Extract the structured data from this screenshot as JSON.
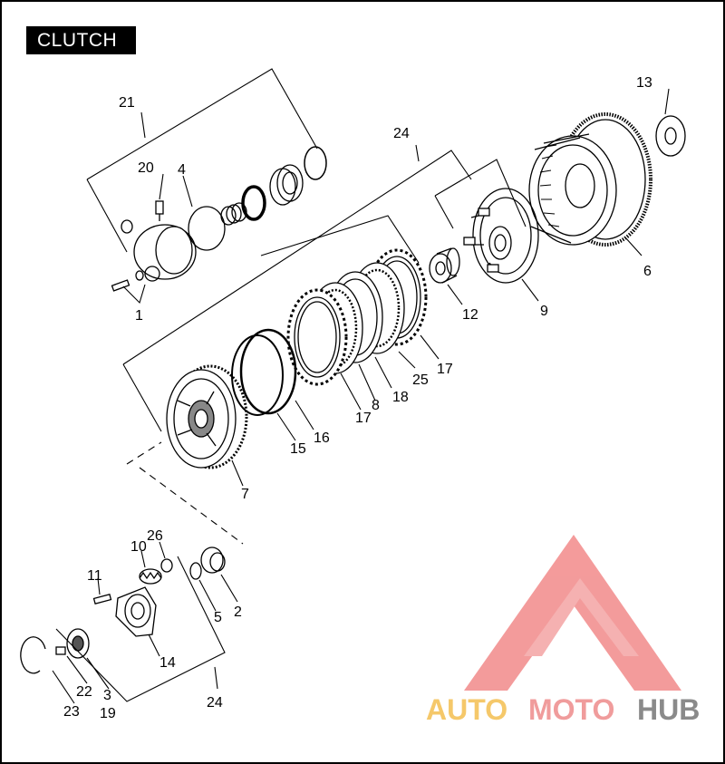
{
  "title": "CLUTCH",
  "callouts": {
    "c1": "1",
    "c2": "2",
    "c3": "3",
    "c4": "4",
    "c5": "5",
    "c6": "6",
    "c7": "7",
    "c8": "8",
    "c9": "9",
    "c10": "10",
    "c11": "11",
    "c12": "12",
    "c13": "13",
    "c14": "14",
    "c15": "15",
    "c16": "16",
    "c17a": "17",
    "c17b": "17",
    "c18": "18",
    "c19": "19",
    "c20": "20",
    "c21": "21",
    "c22": "22",
    "c23": "23",
    "c24a": "24",
    "c24b": "24",
    "c25": "25",
    "c26": "26"
  },
  "watermark": {
    "part1": "AUTO",
    "part2": "MOTO",
    "part3": "HUB",
    "color_auto": "#f5c86a",
    "color_moto": "#f09c9c",
    "color_hub": "#8a8a8a",
    "logo_color": "#f07a7a"
  },
  "colors": {
    "line": "#000000",
    "background": "#ffffff"
  }
}
